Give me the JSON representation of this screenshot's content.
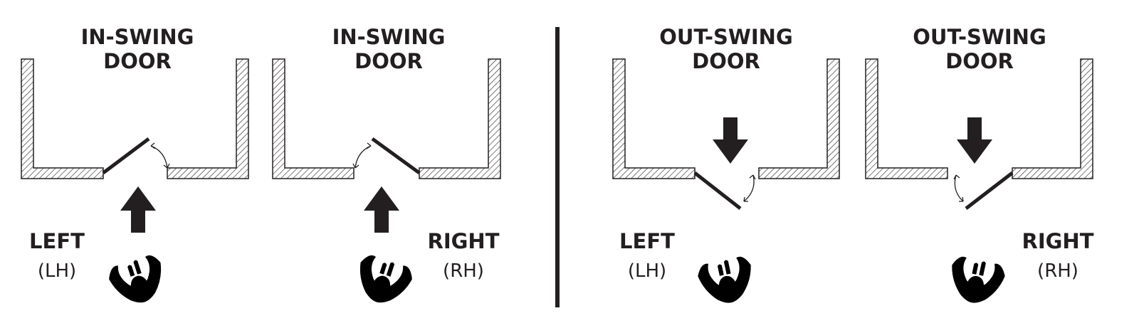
{
  "panels": [
    {
      "title_line1": "IN-SWING",
      "title_line2": "DOOR",
      "hand_label": "LEFT",
      "hand_code": "(LH)"
    },
    {
      "title_line1": "IN-SWING",
      "title_line2": "DOOR",
      "hand_label": "RIGHT",
      "hand_code": "(RH)"
    },
    {
      "title_line1": "OUT-SWING",
      "title_line2": "DOOR",
      "hand_label": "LEFT",
      "hand_code": "(LH)"
    },
    {
      "title_line1": "OUT-SWING",
      "title_line2": "DOOR",
      "hand_label": "RIGHT",
      "hand_code": "(RH)"
    }
  ],
  "colors": {
    "ink": "#231f20",
    "background": "#ffffff"
  }
}
